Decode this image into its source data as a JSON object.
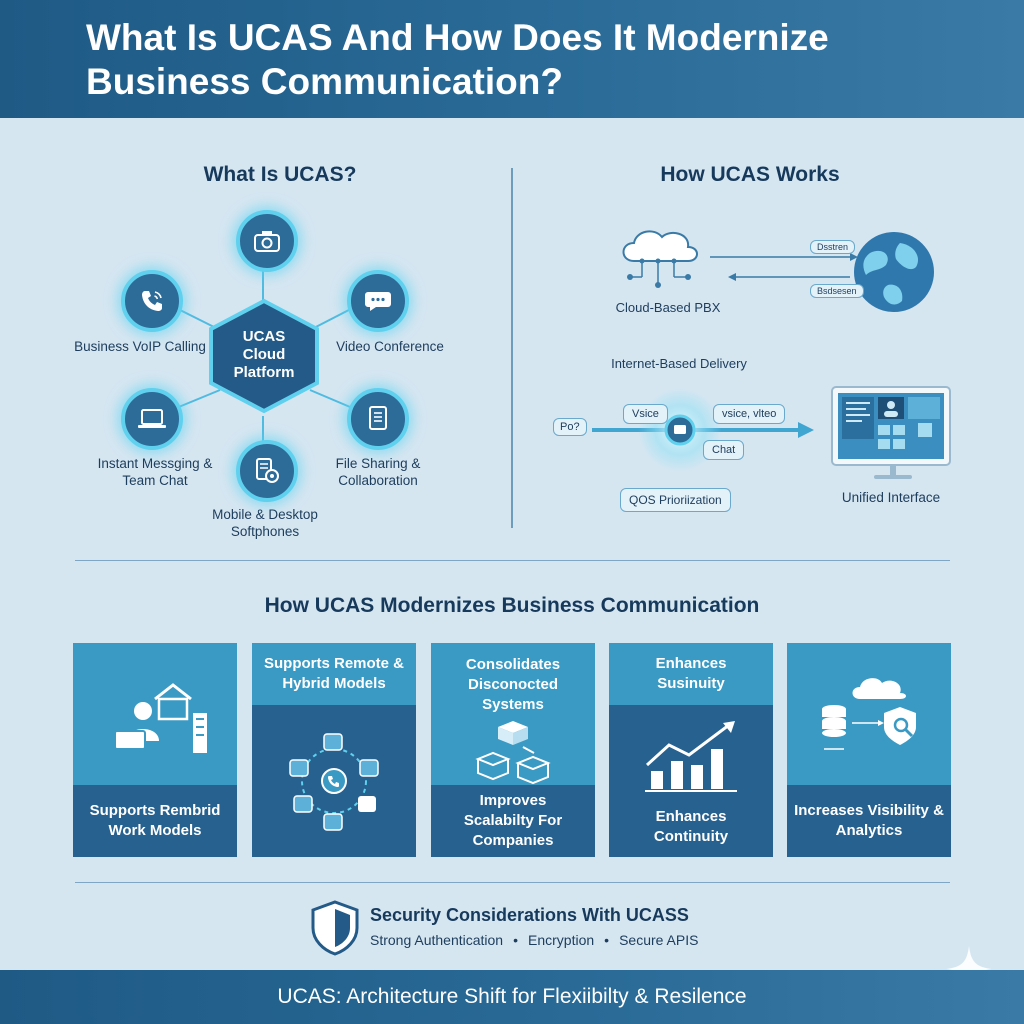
{
  "title": "What Is UCAS And How Does It Modernize Business Communication?",
  "left_section": {
    "title": "What Is UCAS?",
    "center": "UCAS Cloud Platform",
    "nodes": {
      "top": "",
      "voip": "Business VoIP Calling",
      "video": "Video Conference",
      "messaging": "Instant Messging & Team Chat",
      "file": "File Sharing & Collaboration",
      "softphones": "Mobile & Desktop Softphones"
    }
  },
  "right_section": {
    "title": "How UCAS Works",
    "pbx_label": "Cloud-Based PBX",
    "tag_top": "Dsstren",
    "tag_bottom": "Bsdsesen",
    "internet_label": "Internet-Based Delivery",
    "source_tag": "Po?",
    "voice_tag": "Vsice",
    "voice_video_tag": "vsice, vlteo",
    "chat_tag": "Chat",
    "qos_label": "QOS Prioriization",
    "unified_label": "Unified Interface"
  },
  "bottom_section": {
    "title": "How UCAS Modernizes Business Communication",
    "cards": [
      {
        "top": "",
        "bottom": "Supports Rembrid Work Models"
      },
      {
        "top": "Supports Remote & Hybrid Models",
        "bottom": ""
      },
      {
        "top": "Consolidates Disconocted Systems",
        "bottom": "Improves Scalabilty For Companies"
      },
      {
        "top": "Enhances Susinuity",
        "bottom": "Enhances Continuity"
      },
      {
        "top": "",
        "bottom": "Increases Visibility & Analytics"
      }
    ]
  },
  "security": {
    "title": "Security Considerations With UCASS",
    "items": [
      "Strong Authentication",
      "Encryption",
      "Secure APIS"
    ]
  },
  "footer": "UCAS: Architecture Shift for Flexiibilty & Resilence",
  "colors": {
    "header_blue": "#1f5a85",
    "background": "#d5e6f1",
    "card_light": "#3a9ac4",
    "card_dark": "#26618f",
    "glow": "#5fd0ee"
  }
}
